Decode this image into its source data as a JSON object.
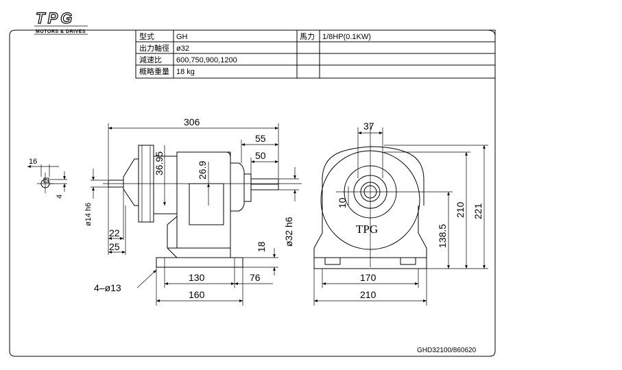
{
  "brand": {
    "logo_text": "TPG",
    "tagline": "MOTORS & DRIVES"
  },
  "spec_table": {
    "rows": [
      {
        "label": "型式",
        "value": "GH",
        "label2": "馬力",
        "value2": "1/8HP(0.1KW)"
      },
      {
        "label": "出力軸徑",
        "value": "ø32",
        "label2": "",
        "value2": ""
      },
      {
        "label": "減速比",
        "value": "600,750,900,1200",
        "label2": "",
        "value2": ""
      },
      {
        "label": "概略重量",
        "value": "18  kg",
        "label2": "",
        "value2": ""
      }
    ]
  },
  "side_view": {
    "dims": {
      "overall_length": "306",
      "shaft_ext_55": "55",
      "shaft_ext_50": "50",
      "offset_36_95": "36.95",
      "offset_26_9": "26.9",
      "input_shaft": "ø14 h6",
      "input_22": "22",
      "input_25": "25",
      "output_shaft": "ø32 h6",
      "base_18": "18",
      "base_130": "130",
      "base_76": "76",
      "base_160": "160",
      "holes": "4–ø13"
    }
  },
  "key_detail": {
    "dims": {
      "width_16": "16",
      "depth_4": "4"
    }
  },
  "front_view": {
    "label": "TPG",
    "dims": {
      "shaft_37": "37",
      "key_10": "10",
      "height_210": "210",
      "height_221": "221",
      "center_138_5": "138.5",
      "base_170": "170",
      "base_210": "210"
    }
  },
  "drawing_number": "GHD32100/860620"
}
